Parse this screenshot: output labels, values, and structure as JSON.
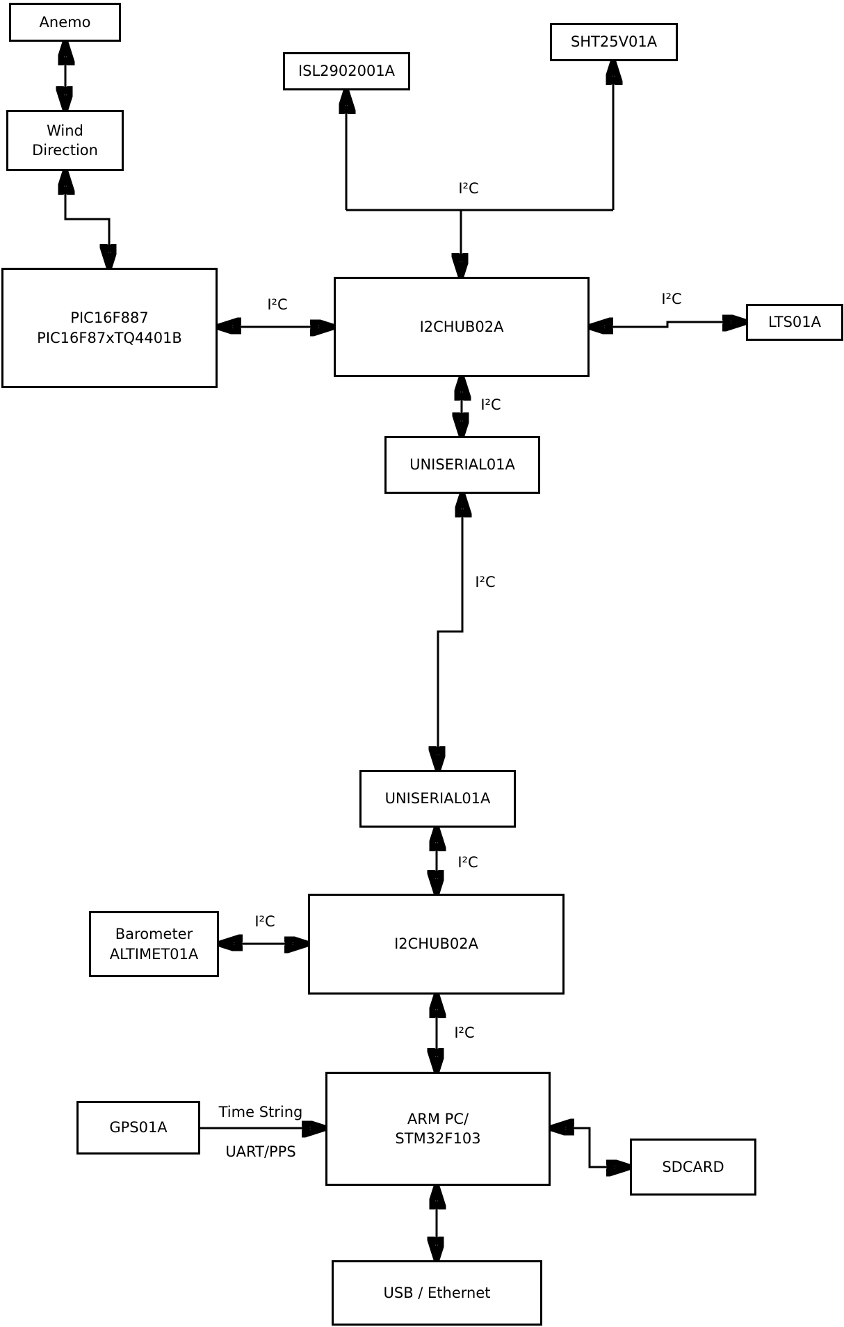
{
  "diagram": {
    "background_color": "#ffffff",
    "line_color": "#000000",
    "nodes": {
      "anemo": {
        "label": "Anemo"
      },
      "wind_direction": {
        "line1": "Wind",
        "line2": "Direction"
      },
      "pic": {
        "line1": "PIC16F887",
        "line2": "PIC16F87xTQ4401B"
      },
      "isl": {
        "label": "ISL2902001A"
      },
      "sht": {
        "label": "SHT25V01A"
      },
      "i2chub_top": {
        "label": "I2CHUB02A"
      },
      "lts": {
        "label": "LTS01A"
      },
      "uniserial_top": {
        "label": "UNISERIAL01A"
      },
      "uniserial_bottom": {
        "label": "UNISERIAL01A"
      },
      "i2chub_bottom": {
        "label": "I2CHUB02A"
      },
      "barometer": {
        "line1": "Barometer",
        "line2": "ALTIMET01A"
      },
      "gps": {
        "label": "GPS01A"
      },
      "arm_pc": {
        "line1": "ARM PC/",
        "line2": "STM32F103"
      },
      "sdcard": {
        "label": "SDCARD"
      },
      "usb_ethernet": {
        "label": "USB / Ethernet"
      }
    },
    "edge_labels": {
      "i2c_sensor_bus": "I²C",
      "i2c_pic_hub": "I²C",
      "i2c_hub_lts": "I²C",
      "i2c_hub_uniserial": "I²C",
      "i2c_uniserial_link": "I²C",
      "i2c_uniserial_hub2": "I²C",
      "i2c_baro_hub2": "I²C",
      "i2c_hub2_arm": "I²C",
      "gps_time_string": "Time String",
      "gps_uart_pps": "UART/PPS"
    }
  }
}
